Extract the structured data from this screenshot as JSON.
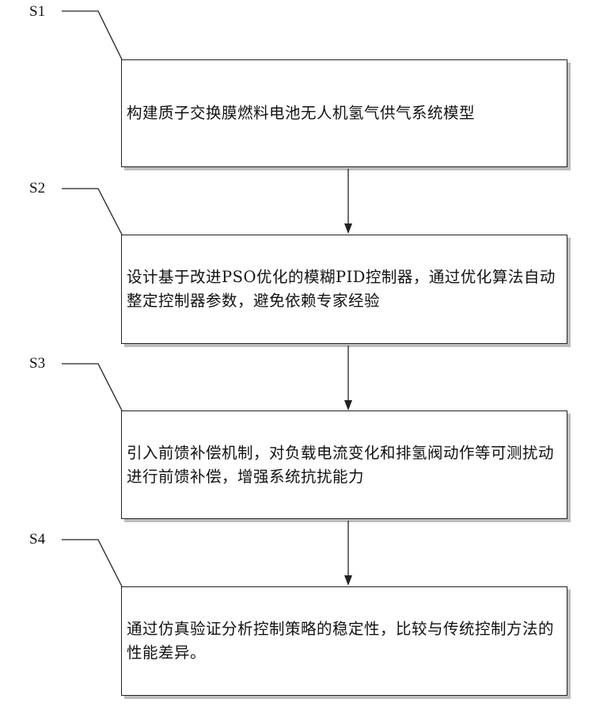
{
  "steps": [
    {
      "label": "S1",
      "text": "构建质子交换膜燃料电池无人机氢气供气系统模型"
    },
    {
      "label": "S2",
      "text": "设计基于改进PSO优化的模糊PID控制器，通过优化算法自动整定控制器参数，避免依赖专家经验"
    },
    {
      "label": "S3",
      "text": "引入前馈补偿机制，对负载电流变化和排氢阀动作等可测扰动进行前馈补偿，增强系统抗扰能力"
    },
    {
      "label": "S4",
      "text": "通过仿真验证分析控制策略的稳定性，比较与传统控制方法的性能差异。"
    }
  ],
  "colors": {
    "stroke": "#222222",
    "shadow": "#bdbdbd",
    "text": "#111111"
  }
}
